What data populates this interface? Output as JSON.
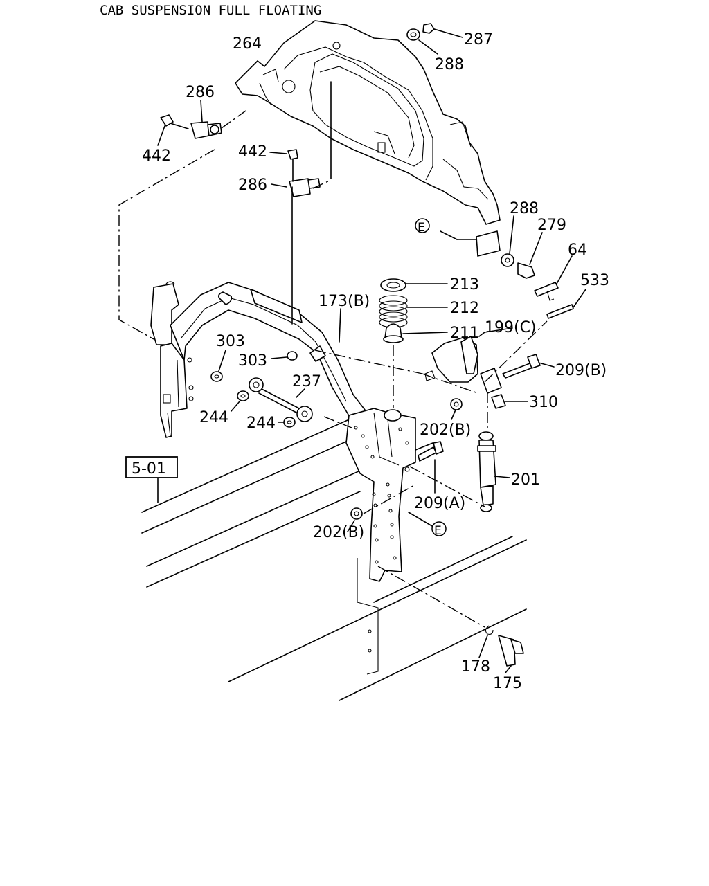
{
  "title": "CAB SUSPENSION FULL FLOATING",
  "reference_box": "5-01",
  "callouts": {
    "c264": "264",
    "c287": "287",
    "c288a": "288",
    "c286a": "286",
    "c442a": "442",
    "c442b": "442",
    "c286b": "286",
    "c288b": "288",
    "c279": "279",
    "c64": "64",
    "c533": "533",
    "c213": "213",
    "c212": "212",
    "c211": "211",
    "c173b": "173(B)",
    "c199c": "199(C)",
    "c209b": "209(B)",
    "c310": "310",
    "c303a": "303",
    "c303b": "303",
    "c237": "237",
    "c244a": "244",
    "c244b": "244",
    "c202b1": "202(B)",
    "c201": "201",
    "c209a": "209(A)",
    "c202b2": "202(B)",
    "c178": "178",
    "c175": "175"
  },
  "markers": {
    "e1": "E",
    "e2": "E"
  }
}
